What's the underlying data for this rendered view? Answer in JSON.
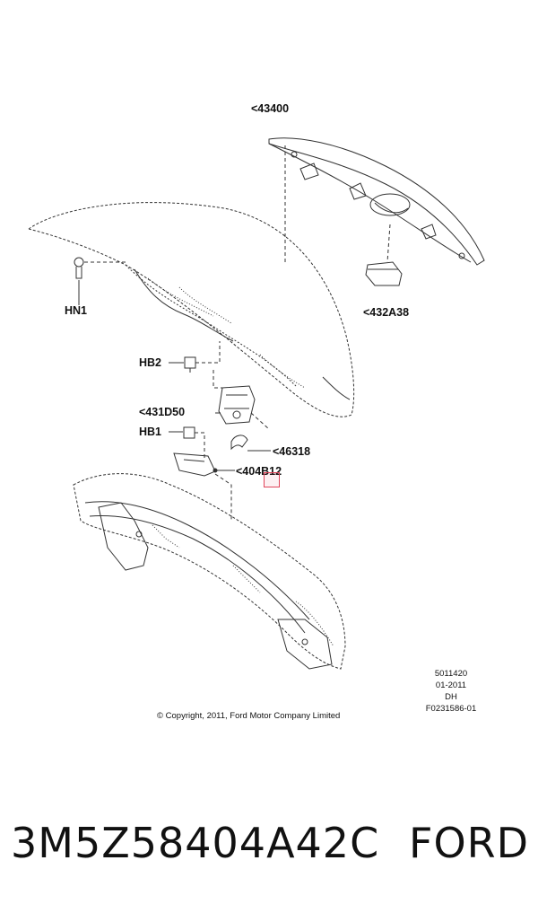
{
  "callouts": {
    "c43400": "<43400",
    "c432a38": "<432A38",
    "hn1": "HN1",
    "hb2": "HB2",
    "c431d50": "<431D50",
    "hb1": "HB1",
    "c46318": "<46318",
    "c404b12": "<404B12"
  },
  "meta": {
    "line1": "5011420",
    "line2": "01-2011",
    "line3": "DH",
    "line4": "F0231586-01"
  },
  "copyright": "© Copyright, 2011, Ford Motor Company Limited",
  "part_number": "3M5Z58404A42C",
  "brand": "FORD",
  "colors": {
    "marker": "#e0455a",
    "line": "#333333"
  }
}
